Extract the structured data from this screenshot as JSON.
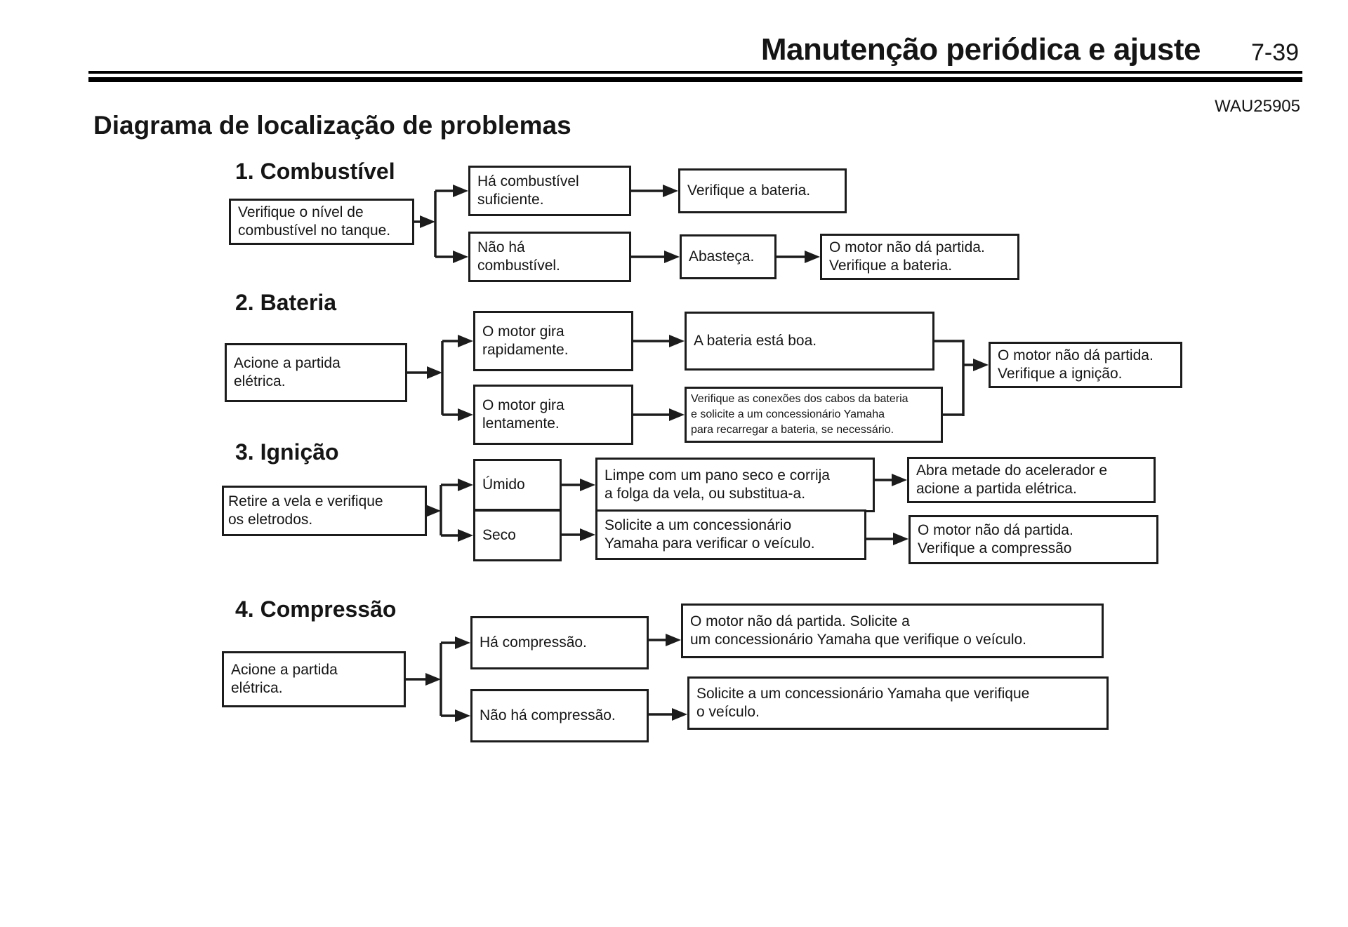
{
  "header": {
    "title": "Manutenção periódica e ajuste",
    "page_number": "7-39",
    "doc_code": "WAU25905"
  },
  "page_heading": "Diagrama de localização de problemas",
  "sections": [
    {
      "title": "1. Combustível",
      "boxes": [
        {
          "text": "Verifique o nível de\ncombustível no tanque."
        },
        {
          "text": "Há combustível\nsuficiente."
        },
        {
          "text": "Verifique a bateria."
        },
        {
          "text": "Não há\ncombustível."
        },
        {
          "text": "Abasteça."
        },
        {
          "text": "O motor não dá partida.\nVerifique a bateria."
        }
      ]
    },
    {
      "title": "2. Bateria",
      "boxes": [
        {
          "text": "Acione a partida\nelétrica."
        },
        {
          "text": "O motor gira\nrapidamente."
        },
        {
          "text": "A bateria está boa."
        },
        {
          "text": "O motor gira\nlentamente."
        },
        {
          "text": "Verifique as conexões dos cabos da bateria\ne solicite a um concessionário Yamaha\npara recarregar a bateria, se necessário."
        },
        {
          "text": "O motor não dá partida.\nVerifique a ignição."
        }
      ]
    },
    {
      "title": "3. Ignição",
      "boxes": [
        {
          "text": "Retire a vela e verifique\nos eletrodos."
        },
        {
          "text": "Úmido"
        },
        {
          "text": "Limpe com um pano seco e corrija\na folga da vela, ou substitua-a."
        },
        {
          "text": "Abra metade do acelerador e\nacione a partida elétrica."
        },
        {
          "text": "Seco"
        },
        {
          "text": "Solicite a um concessionário\nYamaha para verificar o veículo."
        },
        {
          "text": "O motor não dá partida.\nVerifique a compressão"
        }
      ]
    },
    {
      "title": "4. Compressão",
      "boxes": [
        {
          "text": "Acione a partida\nelétrica."
        },
        {
          "text": "Há compressão."
        },
        {
          "text": "O motor não dá partida. Solicite a\num concessionário Yamaha que verifique o veículo."
        },
        {
          "text": "Não há compressão."
        },
        {
          "text": "Solicite a um concessionário Yamaha que verifique\no veículo."
        }
      ]
    }
  ]
}
